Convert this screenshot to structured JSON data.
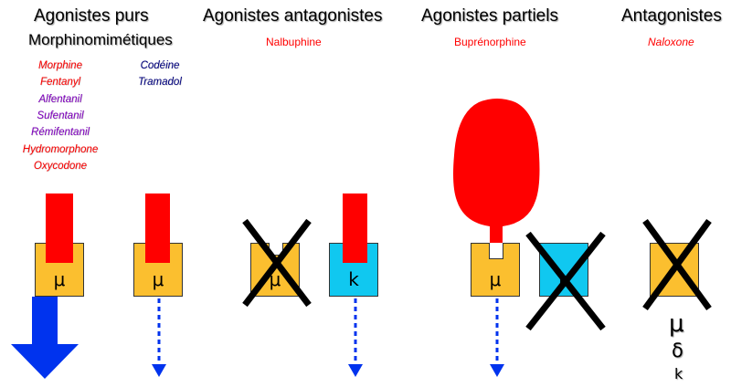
{
  "headers": {
    "agonistes_purs": "Agonistes purs",
    "morphinomimetiques": "Morphinomimétiques",
    "agonistes_antagonistes": "Agonistes antagonistes",
    "agonistes_partiels": "Agonistes partiels",
    "antagonistes": "Antagonistes"
  },
  "examples": {
    "nalbuphine": "Nalbuphine",
    "buprenorphine": "Buprénorphine",
    "naloxone": "Naloxone"
  },
  "drugs_left": [
    {
      "name": "Morphine",
      "color": "#ff0000"
    },
    {
      "name": "Fentanyl",
      "color": "#ff0000"
    },
    {
      "name": "Alfentanil",
      "color": "#8000c0"
    },
    {
      "name": "Sufentanil",
      "color": "#8000c0"
    },
    {
      "name": "Rémifentanil",
      "color": "#8000c0"
    },
    {
      "name": "Hydromorphone",
      "color": "#ff0000"
    },
    {
      "name": "Oxycodone",
      "color": "#ff0000"
    }
  ],
  "drugs_right": [
    {
      "name": "Codéine",
      "color": "#000080"
    },
    {
      "name": "Tramadol",
      "color": "#000080"
    }
  ],
  "receptors": {
    "mu": "μ",
    "kappa": "k",
    "delta": "δ",
    "kappa_small": "k"
  },
  "colors": {
    "receptor_mu": "#fbbf2f",
    "receptor_kappa": "#10c8f0",
    "ligand": "#ff0000",
    "effect_arrow": "#0033ee",
    "cross": "#000000"
  }
}
